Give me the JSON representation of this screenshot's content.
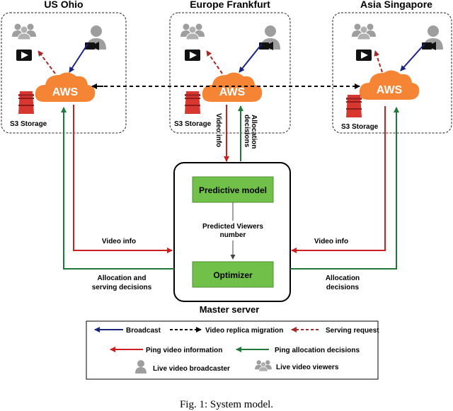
{
  "regions": [
    {
      "title": "US Ohio",
      "storage_label": "S3 Storage"
    },
    {
      "title": "Europe Frankfurt",
      "storage_label": "S3 Storage"
    },
    {
      "title": "Asia Singapore",
      "storage_label": "S3 Storage"
    }
  ],
  "aws_label": "AWS",
  "center_arrows": {
    "video_info": "Video info",
    "allocation_line1": "Allocation",
    "allocation_line2": "decisions"
  },
  "master": {
    "title": "Master server",
    "predictive_model": "Predictive model",
    "predicted_line1": "Predicted Viewers",
    "predicted_line2": "number",
    "optimizer": "Optimizer"
  },
  "left_links": {
    "video_info": "Video info",
    "alloc_line1": "Allocation and",
    "alloc_line2": "serving decisions"
  },
  "right_links": {
    "video_info": "Video info",
    "alloc_line1": "Allocation",
    "alloc_line2": "decisions"
  },
  "legend": {
    "broadcast": "Broadcast",
    "replica": "Video replica migration",
    "serving": "Serving request",
    "ping_video": "Ping video information",
    "ping_alloc": "Ping allocation decisions",
    "broadcaster": "Live video broadcaster",
    "viewers": "Live video viewers"
  },
  "caption": "Fig. 1: System model.",
  "colors": {
    "aws_orange": "#f58534",
    "s3_red": "#d8372f",
    "box_green": "#70c04a",
    "arrow_navy": "#1a237e",
    "arrow_red": "#cc1f1f",
    "arrow_green": "#1f7a3a",
    "icon_gray": "#9e9e9e"
  }
}
